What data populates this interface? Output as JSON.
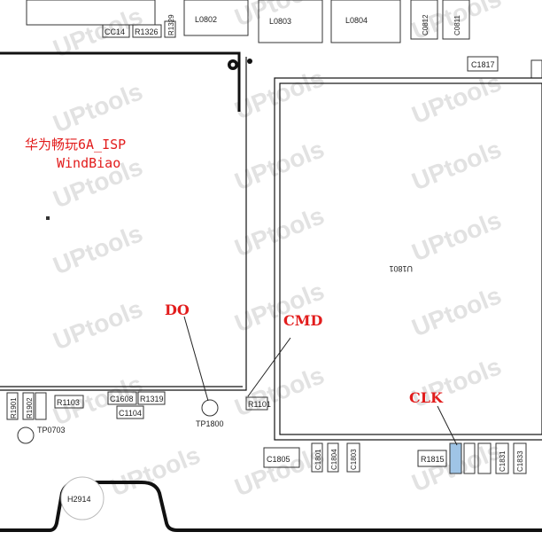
{
  "title": {
    "line1": "华为畅玩6A_ISP",
    "line2": "WindBiao"
  },
  "annotations": {
    "do": "DO",
    "cmd": "CMD",
    "clk": "CLK"
  },
  "watermark": "UPtools",
  "components": {
    "l0802": "L0802",
    "l0803": "L0803",
    "l0804": "L0804",
    "c0812": "C0812",
    "c0811": "C0811",
    "c1817": "C1817",
    "r1326": "R1326",
    "r1329": "R1329",
    "u1801": "U1801",
    "r1901": "R1901",
    "r1902": "R1902",
    "r1103": "R1103",
    "c1608": "C1608",
    "r1319": "R1319",
    "c1104": "C1104",
    "tp1800": "TP1800",
    "r1101": "R1101",
    "tp0703": "TP0703",
    "c1805": "C1805",
    "c1801": "C1801",
    "c1804": "C1804",
    "c1803": "C1803",
    "r1815": "R1815",
    "c1831": "C1831",
    "c1833": "C1833",
    "h2914": "H2914"
  },
  "colors": {
    "annotation": "#e21c1c",
    "board_line": "#111111",
    "highlight": "#9fc4e6"
  }
}
